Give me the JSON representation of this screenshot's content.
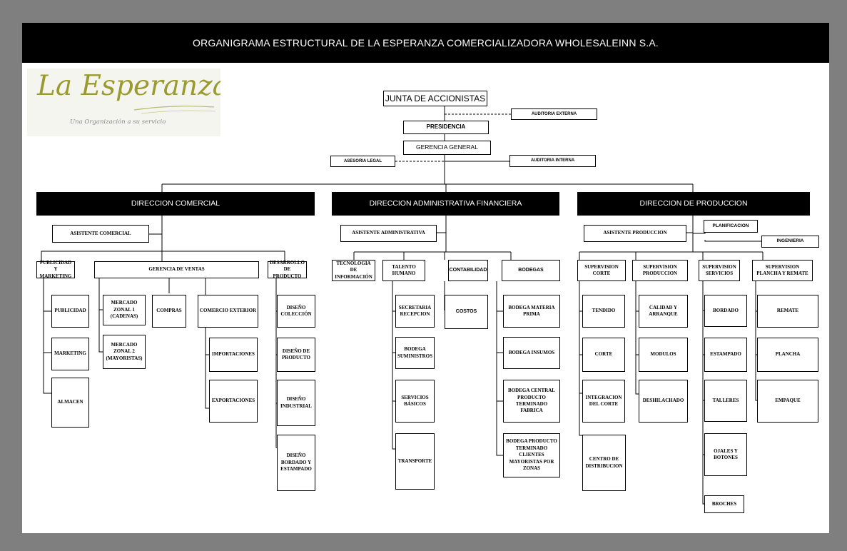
{
  "title": "ORGANIGRAMA ESTRUCTURAL DE LA ESPERANZA COMERCIALIZADORA WHOLESALEINN S.A.",
  "logo": {
    "name": "La Esperanza",
    "tagline": "Una Organización a su servicio"
  },
  "nodes": {
    "junta": "JUNTA DE ACCIONISTAS",
    "auditoria_externa": "AUDITORIA EXTERNA",
    "presidencia": "PRESIDENCIA",
    "gerencia_general": "GERENCIA GENERAL",
    "asesoria_legal": "ASESORIA LEGAL",
    "auditoria_interna": "AUDITORIA INTERNA",
    "dir_comercial": "DIRECCION COMERCIAL",
    "dir_admin": "DIRECCION ADMINISTRATIVA FINANCIERA",
    "dir_produccion": "DIRECCION DE PRODUCCION",
    "asistente_comercial": "ASISTENTE COMERCIAL",
    "asistente_admin": "ASISTENTE ADMINISTRATIVA",
    "asistente_produccion": "ASISTENTE PRODUCCION",
    "planificacion": "PLANIFICACION",
    "ingenieria": "INGENIERIA",
    "publicidad_marketing": "PUBLICIDAD Y MARKETING",
    "gerencia_ventas": "GERENCIA DE VENTAS",
    "desarrollo_producto": "DESARROLLO DE PRODUCTO",
    "publicidad": "PUBLICIDAD",
    "marketing": "MARKETING",
    "almacen": "ALMACEN",
    "mercado_zonal_1": "MERCADO ZONAL 1 (CADENAS)",
    "mercado_zonal_2": "MERCADO ZONAL 2 (MAYORISTAS)",
    "compras": "COMPRAS",
    "comercio_exterior": "COMERCIO EXTERIOR",
    "importaciones": "IMPORTACIONES",
    "exportaciones": "EXPORTACIONES",
    "diseno_coleccion": "DISEÑO COLECCIÓN",
    "diseno_producto": "DISEÑO DE PRODUCTO",
    "diseno_industrial": "DISEÑO INDUSTRIAL",
    "diseno_bordado": "DISEÑO BORDADO Y ESTAMPADO",
    "tecnologia": "TECNOLOGIA DE INFORMACIÓN",
    "talento_humano": "TALENTO HUMANO",
    "contabilidad": "CONTABILIDAD",
    "bodegas": "BODEGAS",
    "secretaria": "SECRETARIA RECEPCION",
    "bodega_suministros": "BODEGA SUMINISTROS",
    "servicios_basicos": "SERVICIOS BÁSICOS",
    "transporte": "TRANSPORTE",
    "costos": "COSTOS",
    "bodega_materia_prima": "BODEGA MATERIA PRIMA",
    "bodega_insumos": "BODEGA INSUMOS",
    "bodega_central": "BODEGA CENTRAL PRODUCTO TERMINADO FABRICA",
    "bodega_producto_terminado": "BODEGA PRODUCTO TERMINADO CLIENTES MAYORISTAS POR ZONAS",
    "supervision_corte": "SUPERVISION CORTE",
    "supervision_produccion": "SUPERVISION PRODUCCION",
    "supervision_servicios": "SUPERVISION SERVICIOS",
    "supervision_plancha": "SUPERVISION PLANCHA Y REMATE",
    "tendido": "TENDIDO",
    "corte": "CORTE",
    "integracion_corte": "INTEGRACION DEL CORTE",
    "centro_distribucion": "CENTRO DE DISTRIBUCION",
    "calidad_arranque": "CALIDAD Y ARRANQUE",
    "modulos": "MODULOS",
    "deshilachado": "DESHILACHADO",
    "bordado": "BORDADO",
    "estampado": "ESTAMPADO",
    "talleres": "TALLERES",
    "ojales_botones": "OJALES Y BOTONES",
    "broches": "BROCHES",
    "remate": "REMATE",
    "plancha": "PLANCHA",
    "empaque": "EMPAQUE"
  }
}
